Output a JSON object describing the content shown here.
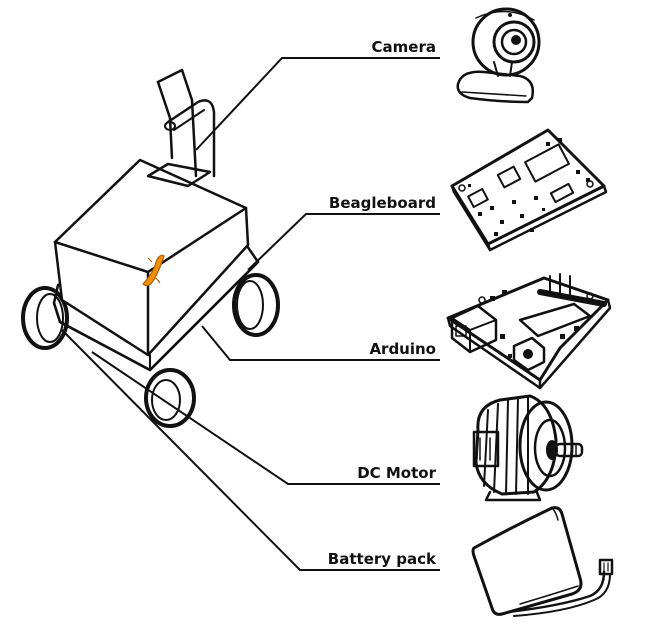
{
  "components": [
    {
      "id": "camera",
      "label": "Camera",
      "icon": "webcam-icon"
    },
    {
      "id": "beagleboard",
      "label": "Beagleboard",
      "icon": "circuit-board-icon"
    },
    {
      "id": "arduino",
      "label": "Arduino",
      "icon": "microcontroller-board-icon"
    },
    {
      "id": "dc_motor",
      "label": "DC Motor",
      "icon": "electric-motor-icon"
    },
    {
      "id": "battery_pack",
      "label": "Battery pack",
      "icon": "battery-pack-icon"
    }
  ],
  "colors": {
    "ink": "#111111",
    "accent": "#f0900a",
    "background": "#ffffff"
  }
}
